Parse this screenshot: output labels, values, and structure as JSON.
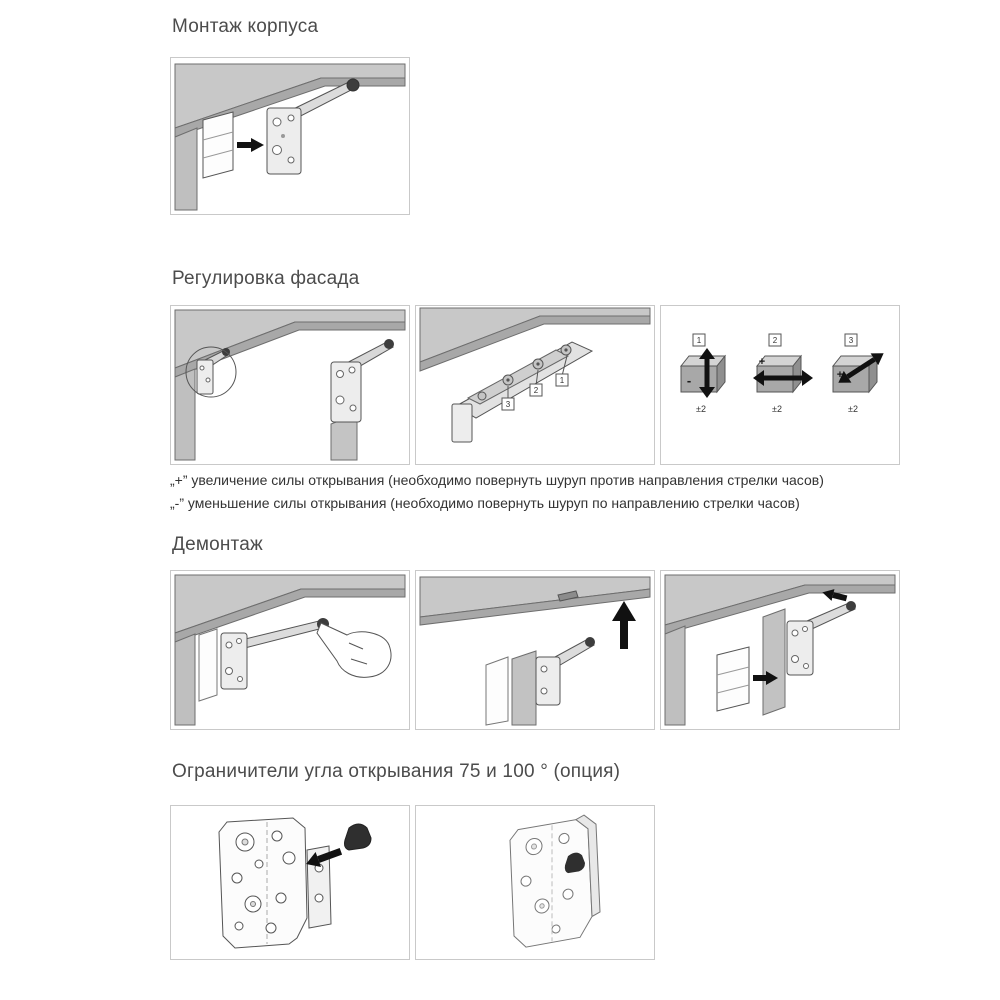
{
  "page": {
    "background": "#ffffff",
    "heading_color": "#4c4c4c",
    "panel_border_color": "#c9c9c9"
  },
  "sections": {
    "mounting": {
      "title": "Монтаж корпуса"
    },
    "adjustment": {
      "title": "Регулировка фасада",
      "callouts": [
        "1",
        "2",
        "3"
      ],
      "boxes": [
        {
          "num": "1",
          "sign": "-",
          "tolerance": "±2"
        },
        {
          "num": "2",
          "sign": "+",
          "tolerance": "±2"
        },
        {
          "num": "3",
          "sign": "+",
          "tolerance": "±2"
        }
      ],
      "notes": [
        "„+” увеличение силы открывания (необходимо повернуть шуруп против направления стрелки часов)",
        "„-” уменьшение силы открывания (необходимо повернуть шуруп по направлению стрелки часов)"
      ]
    },
    "dismantling": {
      "title": "Демонтаж"
    },
    "limiters": {
      "title": "Ограничители угла открывания 75 и 100 ° (опция)"
    }
  }
}
